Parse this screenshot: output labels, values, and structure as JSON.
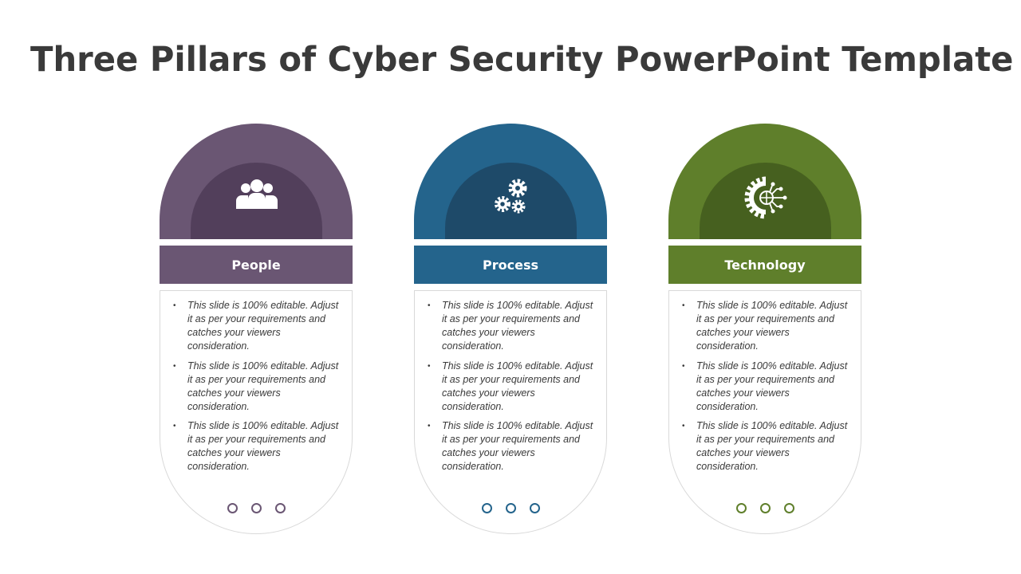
{
  "title": "Three Pillars of Cyber Security PowerPoint Template",
  "pillars": [
    {
      "label": "People",
      "icon": "people-icon",
      "color": "#6a5673",
      "inner": "#523f5b",
      "bullets": [
        "This slide is 100% editable. Adjust it as per your requirements and catches your viewers consideration.",
        "This slide is 100% editable. Adjust it as per your requirements and catches your viewers consideration.",
        "This slide is 100% editable. Adjust it as per your requirements and catches your viewers consideration."
      ]
    },
    {
      "label": "Process",
      "icon": "gears-icon",
      "color": "#24648c",
      "inner": "#1e4a69",
      "bullets": [
        "This slide is 100% editable. Adjust it as per your requirements and catches your viewers consideration.",
        "This slide is 100% editable. Adjust it as per your requirements and catches your viewers consideration.",
        "This slide is 100% editable. Adjust it as per your requirements and catches your viewers consideration."
      ]
    },
    {
      "label": "Technology",
      "icon": "tech-gear-circuit-icon",
      "color": "#5f7f2b",
      "inner": "#46601f",
      "bullets": [
        "This slide is 100% editable. Adjust it as per your requirements and catches your viewers consideration.",
        "This slide is 100% editable. Adjust it as per your requirements and catches your viewers consideration.",
        "This slide is 100% editable. Adjust it as per your requirements and catches your viewers consideration."
      ]
    }
  ]
}
